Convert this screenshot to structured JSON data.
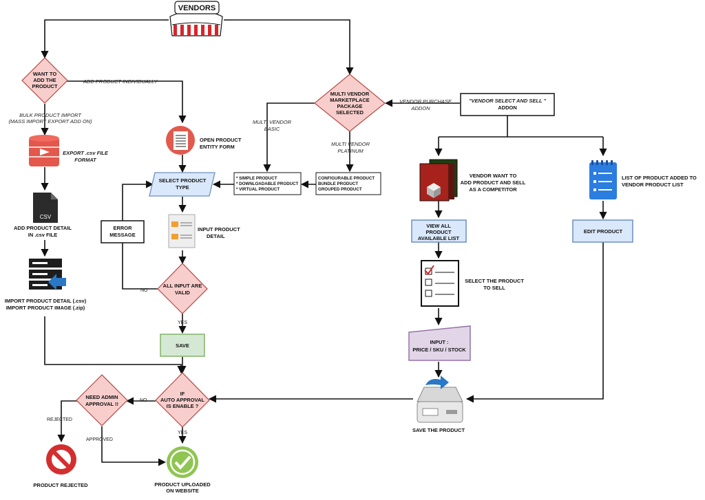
{
  "start": {
    "label": "VENDORS"
  },
  "nodes": {
    "want_add": [
      "WANT TO",
      "ADD THE",
      "PRODUCT"
    ],
    "export_csv": [
      "EXPORT .csv FILE",
      "FORMAT"
    ],
    "add_detail_csv": [
      "ADD PRODUCT DETAIL",
      "IN .csv FILE"
    ],
    "import_detail": [
      "IMPORT PRODUCT DETAIL (.csv)",
      "IMPORT PRODUCT IMAGE (.zip)"
    ],
    "open_form": [
      "OPEN PRODUCT",
      "ENTITY FORM"
    ],
    "select_type": [
      "SELECT PRODUCT",
      "TYPE"
    ],
    "input_detail": [
      "INPUT PRODUCT",
      "DETAIL"
    ],
    "error_message": [
      "ERROR",
      "MESSAGE"
    ],
    "all_valid": [
      "ALL INPUT ARE",
      "VALID"
    ],
    "save": [
      "SAVE"
    ],
    "auto_approval": [
      "IF",
      "AUTO APPROVAL",
      "IS ENABLE ?"
    ],
    "need_admin": [
      "NEED ADMIN",
      "APPROVAL !!"
    ],
    "product_rejected": [
      "PRODUCT REJECTED"
    ],
    "product_uploaded": [
      "PRODUCT UPLOADED",
      "ON WEBSITE"
    ],
    "mv_package": [
      "MULTI VENDOR",
      "MARKETPLACE",
      "PACKAGE",
      "SELECTED"
    ],
    "basic_types": [
      "* SIMPLE PRODUCT",
      "* DOWNLOADABLE PRODUCT",
      "* VIRTUAL PRODUCT"
    ],
    "platinum_types": [
      "CONFIGURABLE PRODUCT",
      "BUNDLE PRODUCT",
      "GROUPED PRODUCT"
    ],
    "vendor_select_sell": [
      "\"VENDOR SELECT AND SELL \"",
      "ADDON"
    ],
    "vendor_compete": [
      "VENDOR WANT TO",
      "ADD PRODUCT AND SELL",
      "AS A COMPETITOR"
    ],
    "view_all": [
      "VIEW ALL",
      "PRODUCT",
      "AVAILABLE LIST"
    ],
    "select_to_sell": [
      "SELECT THE PRODUCT",
      "TO SELL"
    ],
    "input_price": [
      "INPUT :",
      "PRICE / SKU / STOCK"
    ],
    "save_product": [
      "SAVE THE PRODUCT"
    ],
    "list_added": [
      "LIST OF PRODUCT ADDED TO",
      "VENDOR PRODUCT LIST"
    ],
    "edit_product": [
      "EDIT PRODUCT"
    ]
  },
  "edge_labels": {
    "add_individually": [
      "ADD PRODUCT INDIVIDUALLY"
    ],
    "bulk_import": [
      "BULK PRODUCT IMPORT",
      "(MASS IMPORT EXPORT ADD ON)"
    ],
    "mv_basic": [
      "MULTI VENDOR",
      "BASIC"
    ],
    "mv_platinum": [
      "MULTI VENDOR",
      "PLATINUM"
    ],
    "vendor_purchase": [
      "VENDOR PURCHASE",
      "ADDON"
    ],
    "no_valid": [
      "NO"
    ],
    "yes_valid": [
      "YES"
    ],
    "no_auto": [
      "NO"
    ],
    "yes_auto": [
      "YES"
    ],
    "rejected": [
      "REJECTED"
    ],
    "approved": [
      "APPROVED"
    ]
  },
  "icons": {
    "vendors": "tent-icon",
    "export": "database-export-icon",
    "csv": "csv-file-icon",
    "import": "server-import-icon",
    "form": "document-form-icon",
    "detail": "clipboard-icon",
    "competitor": "product-boxes-icon",
    "checklist": "checklist-icon",
    "list": "notepad-list-icon",
    "save": "drive-save-icon",
    "rejected": "no-entry-icon",
    "uploaded": "check-circle-icon"
  },
  "colors": {
    "diamond_fill": "#f8cecc",
    "diamond_stroke": "#b85450",
    "blue_fill": "#dae8fc",
    "blue_stroke": "#6c8ebf",
    "green_fill": "#d5e8d4",
    "green_stroke": "#82b366",
    "purple_fill": "#e1d5e7",
    "purple_stroke": "#9673a6"
  }
}
